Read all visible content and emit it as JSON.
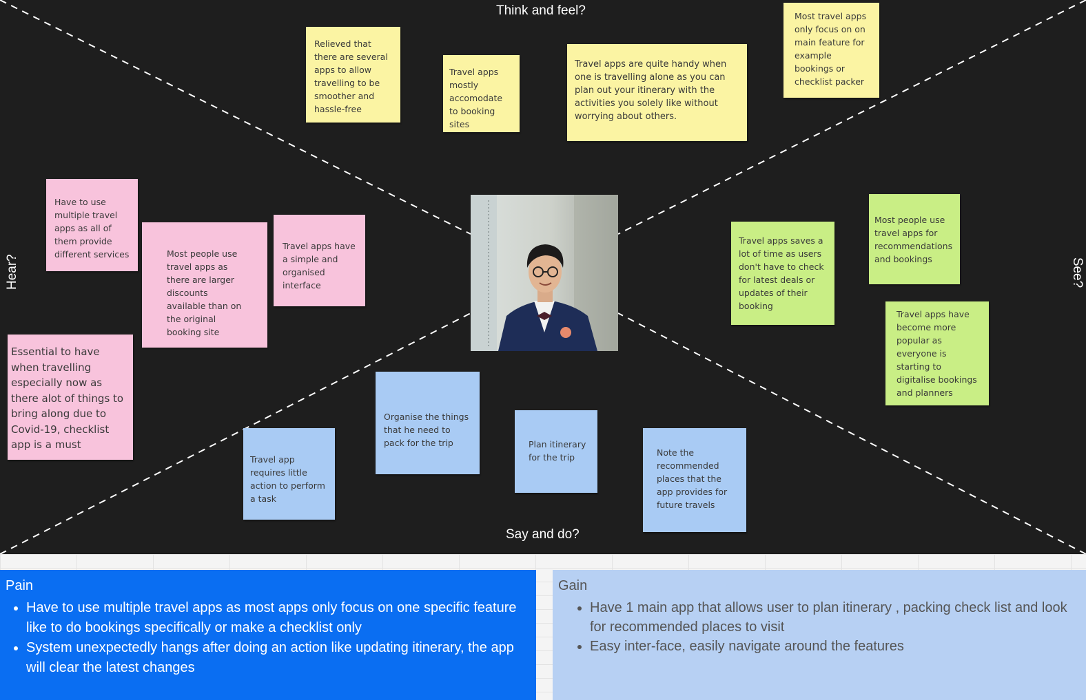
{
  "quadrants": {
    "top": "Think and feel?",
    "bottom": "Say and do?",
    "left": "Hear?",
    "right": "See?"
  },
  "notes": {
    "think": [
      "Relieved that there are several apps to allow travelling to be smoother and hassle-free",
      "Travel apps mostly accomodate to booking sites",
      "Travel apps are quite handy when one is travelling alone as you can plan out your itinerary with the activities you solely like without worrying about others.",
      "Most travel apps only focus on on main feature for example bookings or checklist packer"
    ],
    "hear": [
      "Have to use multiple travel apps as all of them provide different services",
      "Most people use travel apps as there are larger discounts available than on the original booking site",
      "Travel apps have a simple and organised interface",
      "Essential to have when travelling especially now as there alot of things to bring along due to Covid-19, checklist app is a must"
    ],
    "see": [
      "Travel apps saves a lot of time as users don't have to check for latest deals or updates of their booking",
      "Most people use travel apps for recommendations and bookings",
      "Travel apps have become more popular as everyone is starting to digitalise bookings and planners"
    ],
    "say": [
      "Organise the things that he need to pack for the trip",
      "Travel app requires little action to perform a task",
      "Plan itinerary for the trip",
      "Note the recommended places that the app provides for future travels"
    ]
  },
  "pain": {
    "title": "Pain",
    "items": [
      "Have to use multiple travel apps as most apps only focus on one specific feature like to do bookings specifically or make a checklist only",
      "System unexpectedly hangs after doing an action like updating itinerary, the app will clear the latest changes"
    ]
  },
  "gain": {
    "title": "Gain",
    "items": [
      "Have 1 main app that allows user to plan itinerary , packing check list and look for recommended places to visit",
      "Easy inter-face, easily navigate around the features"
    ]
  },
  "colors": {
    "board": "#1e1e1e",
    "yellow_note": "#fbf4a3",
    "pink_note": "#f8c3dc",
    "green_note": "#c9ee85",
    "blue_note": "#a9cbf4",
    "pain_panel": "#0a6ef2",
    "gain_panel": "#b7d0f3"
  }
}
